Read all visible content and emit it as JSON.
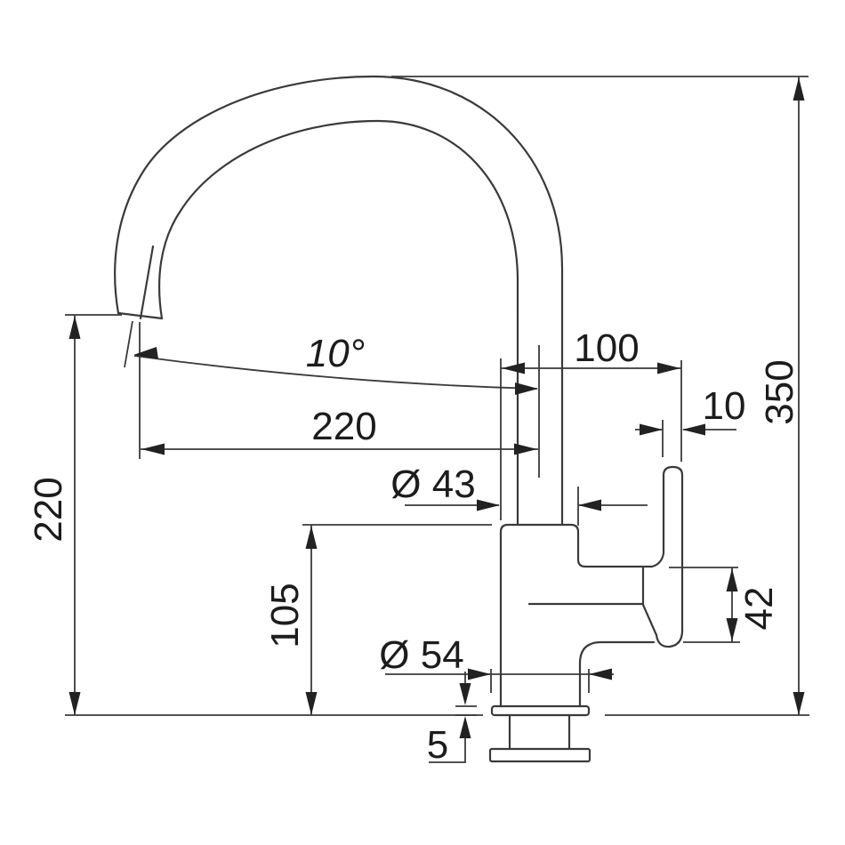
{
  "diagram": {
    "type": "technical-drawing",
    "subject": "kitchen mixer tap side elevation with dimensions",
    "units": "mm",
    "colors": {
      "line": "#3a3a3a",
      "text": "#1c1c1c",
      "background": "#ffffff"
    }
  },
  "dims": {
    "overall_height": {
      "label": "350",
      "value": 350,
      "meaning": "overall height above deck"
    },
    "outlet_height": {
      "label": "220",
      "value": 220,
      "meaning": "spout outlet height"
    },
    "body_height": {
      "label": "105",
      "value": 105,
      "meaning": "body shoulder height"
    },
    "spout_reach": {
      "label": "220",
      "value": 220,
      "meaning": "spout reach to tube axis"
    },
    "top_depth": {
      "label": "100",
      "value": 100,
      "meaning": "body front to handle back"
    },
    "handle_width": {
      "label": "10",
      "value": 10,
      "meaning": "handle lever thickness"
    },
    "body_diameter": {
      "label": "Ø 43",
      "value": 43,
      "meaning": "body diameter"
    },
    "base_diameter": {
      "label": "Ø 54",
      "value": 54,
      "meaning": "base flange diameter"
    },
    "handle_height": {
      "label": "42",
      "value": 42,
      "meaning": "handle boss height"
    },
    "flange_height": {
      "label": "5",
      "value": 5,
      "meaning": "base flange height"
    },
    "spout_angle": {
      "label": "10°",
      "value": 10,
      "meaning": "outlet angle"
    }
  }
}
